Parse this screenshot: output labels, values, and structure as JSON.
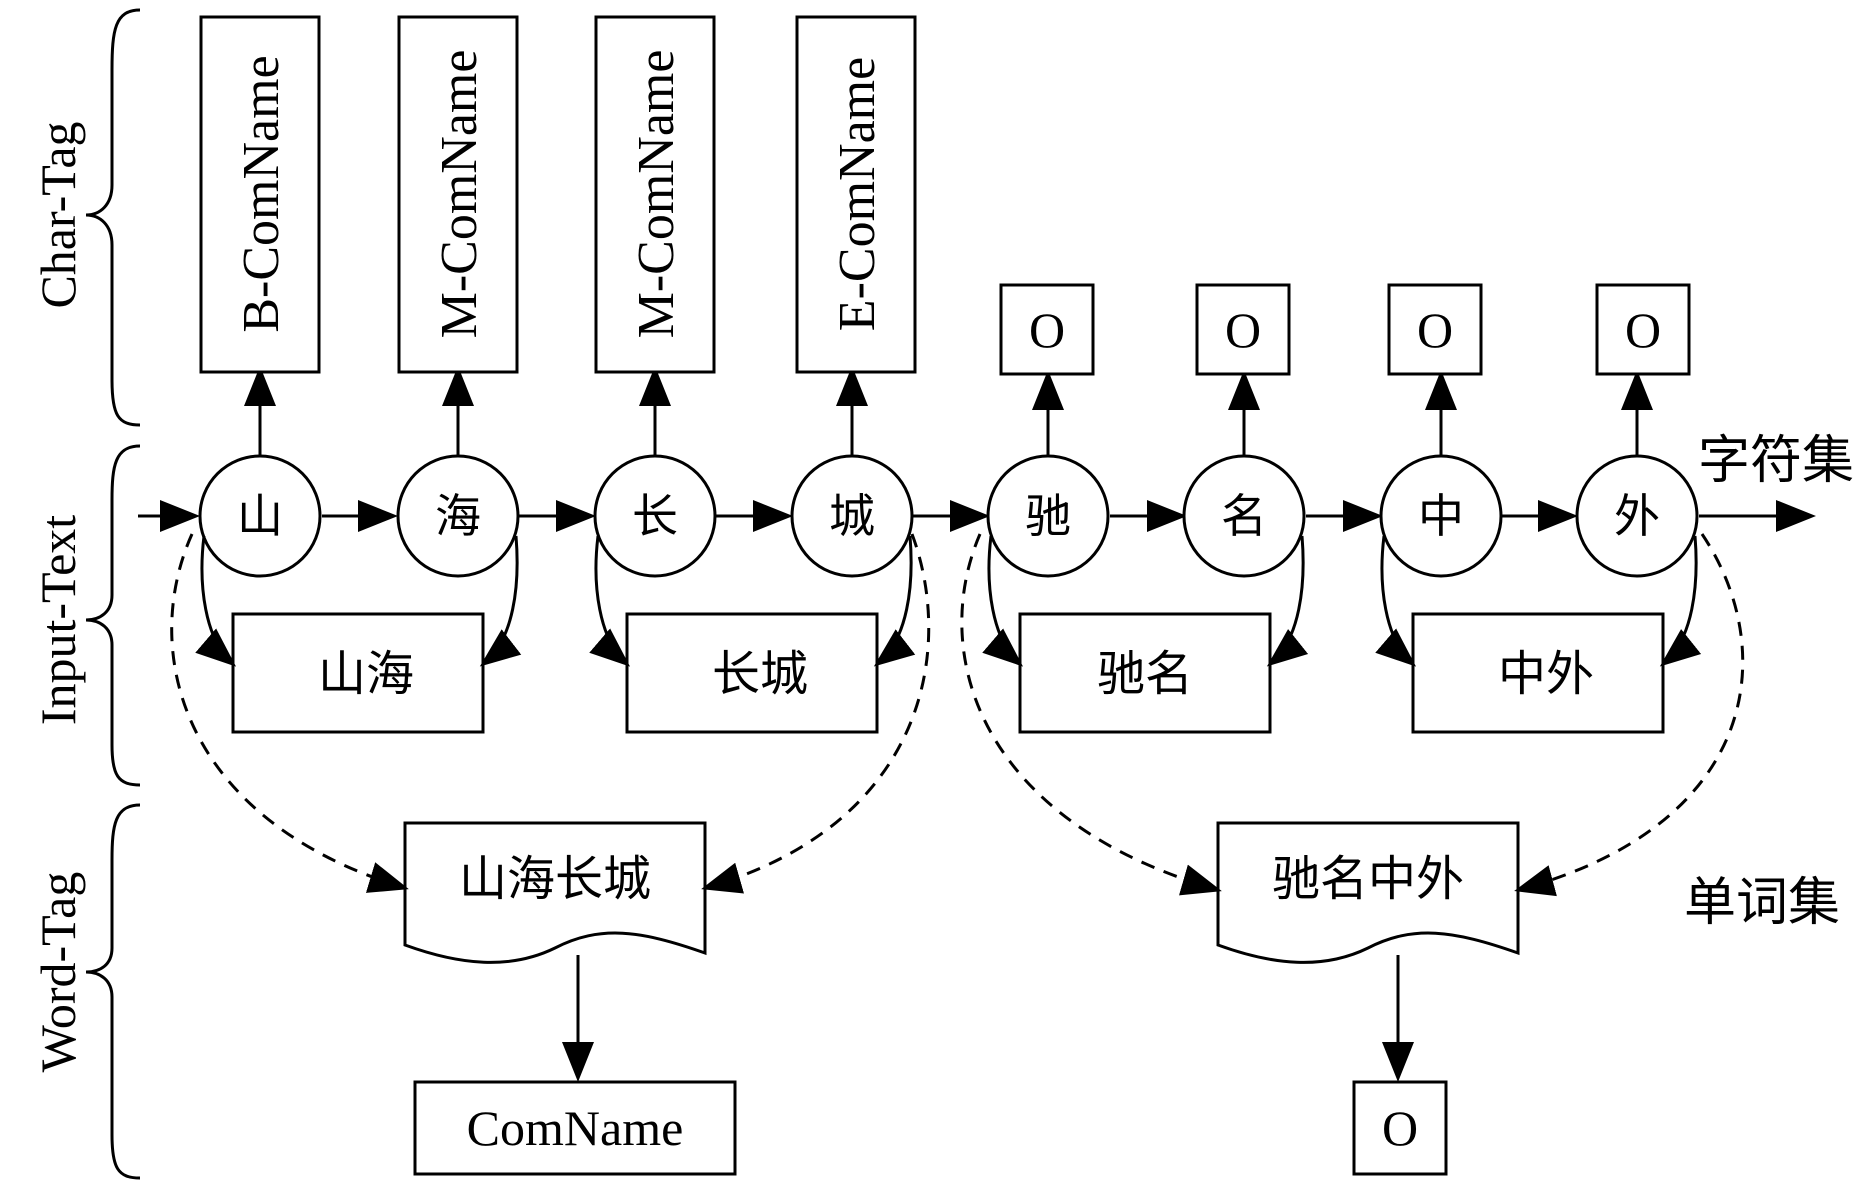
{
  "section_labels": {
    "char_tag": "Char-Tag",
    "input_text": "Input-Text",
    "word_tag": "Word-Tag"
  },
  "char_tags": [
    "B-ComName",
    "M-ComName",
    "M-ComName",
    "E-ComName",
    "O",
    "O",
    "O",
    "O"
  ],
  "input_chars": [
    "山",
    "海",
    "长",
    "城",
    "驰",
    "名",
    "中",
    "外"
  ],
  "sub_words": [
    "山海",
    "长城",
    "驰名",
    "中外"
  ],
  "words": [
    "山海长城",
    "驰名中外"
  ],
  "word_tags": [
    "ComName",
    "O"
  ],
  "side_labels": {
    "char_set": "字符集",
    "word_set": "单词集"
  }
}
